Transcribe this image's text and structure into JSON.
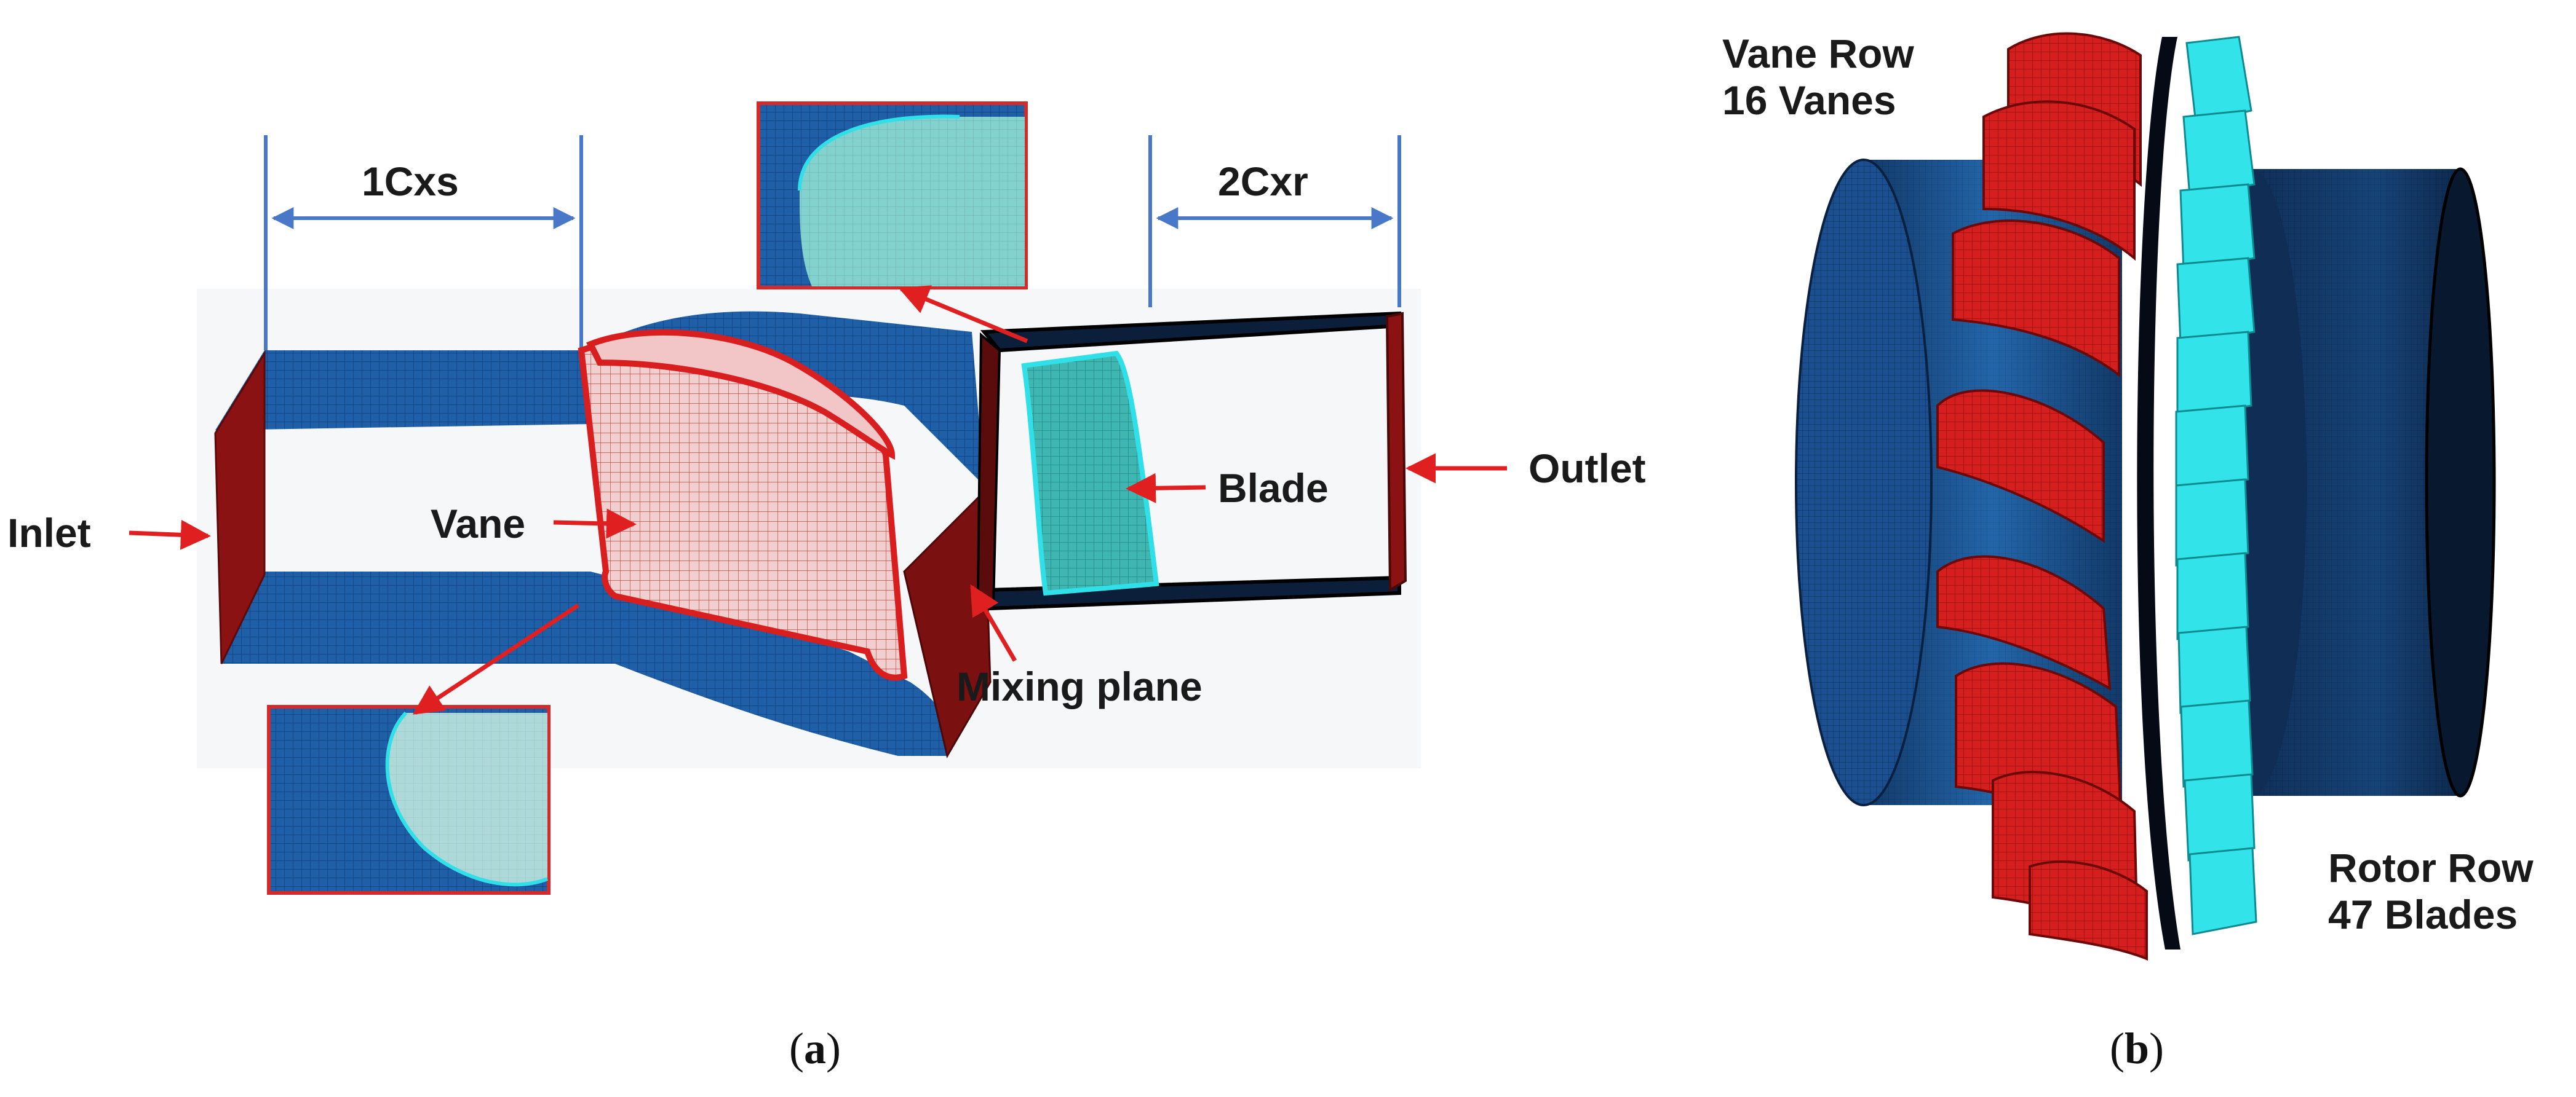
{
  "panel_a": {
    "labels": {
      "axial_gap_stator": "1Cxs",
      "axial_gap_rotor": "2Cxr",
      "inlet": "Inlet",
      "vane": "Vane",
      "blade": "Blade",
      "outlet": "Outlet",
      "mixing_plane": "Mixing plane"
    },
    "caption": "a"
  },
  "panel_b": {
    "labels": {
      "vane_row_title": "Vane Row",
      "vane_row_count": "16 Vanes",
      "rotor_row_title": "Rotor Row",
      "rotor_row_count": "47 Blades"
    },
    "caption": "b"
  },
  "colors": {
    "mesh_blue": "#1f5fa8",
    "dark_blue": "#0d2a52",
    "vane_red": "#d81e1e",
    "blade_cyan": "#2fe0e8",
    "annotation_red": "#e02020",
    "dimension_blue": "#4a78c9",
    "inset_frame": "#d42a2a"
  }
}
